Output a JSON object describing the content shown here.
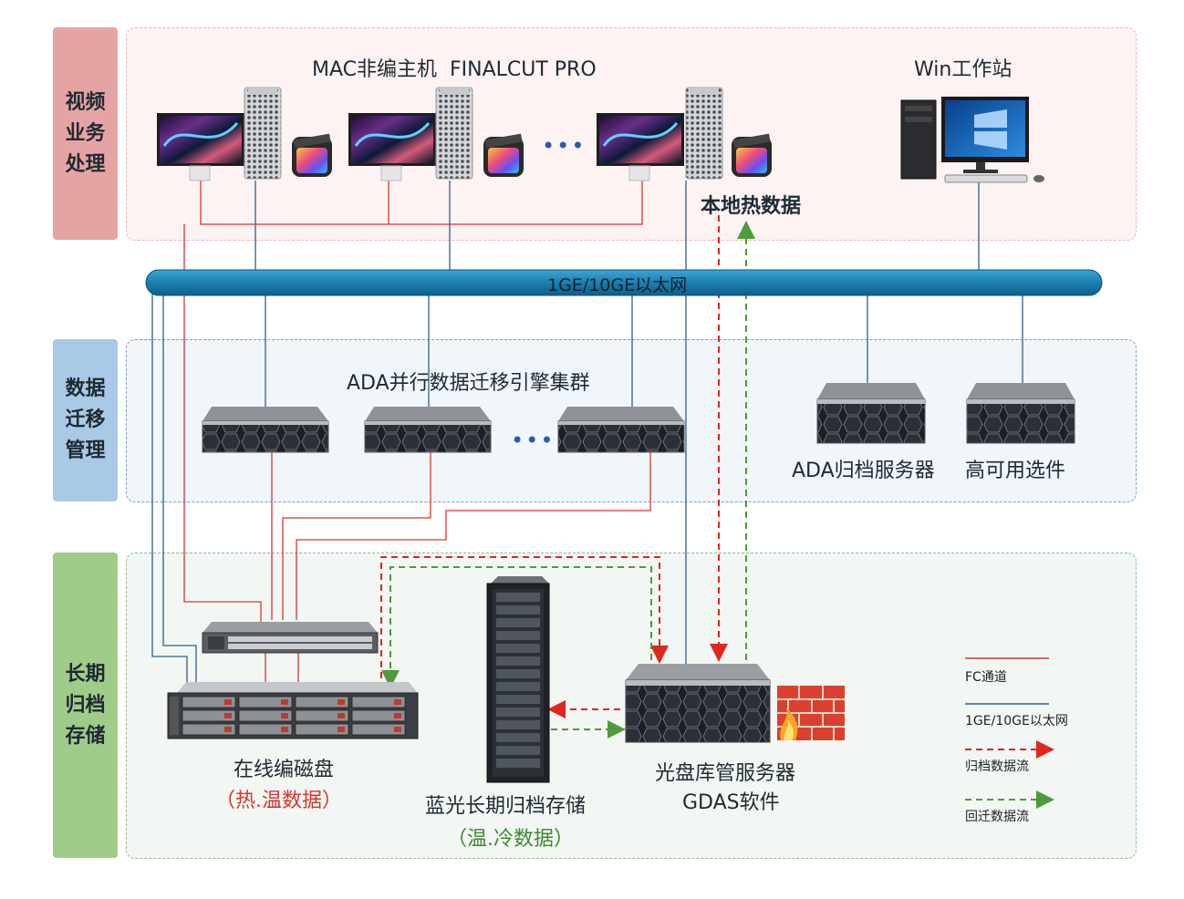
{
  "sections": {
    "video": {
      "label": "视频业务处理",
      "color": "#e6a3a3",
      "bg": "#fdf3f3",
      "border": "#e9b7b7"
    },
    "migration": {
      "label": "数据迁移管理",
      "color": "#a9c9e6",
      "bg": "#f1f6fb",
      "border": "#7e9fbd"
    },
    "storage": {
      "label": "长期归档存储",
      "color": "#9fcc88",
      "bg": "#f2f7f3",
      "border": "#8cbf8c"
    }
  },
  "labels": {
    "mac_title": "MAC非编主机  FINALCUT PRO",
    "win_title": "Win工作站",
    "local_hot": "本地热数据",
    "ethernet_bus": "1GE/10GE以太网",
    "ada_cluster": "ADA并行数据迁移引擎集群",
    "ada_archive": "ADA归档服务器",
    "ha_option": "高可用选件",
    "online_disk": "在线编磁盘",
    "online_disk_sub": "（热.温数据）",
    "bluray": "蓝光长期归档存储",
    "bluray_sub": "（温.冷数据）",
    "optical_server": "光盘库管服务器",
    "gdas": "GDAS软件",
    "ellipsis": "•••"
  },
  "legend": {
    "fc": "FC通道",
    "eth": "1GE/10GE以太网",
    "archive_flow": "归档数据流",
    "recall_flow": "回迁数据流"
  },
  "colors": {
    "fc": "#d9352e",
    "eth": "#2c5f8a",
    "archive_flow": "#e0261e",
    "recall_flow": "#4f9a3a",
    "bus": "#1b7fb0"
  }
}
